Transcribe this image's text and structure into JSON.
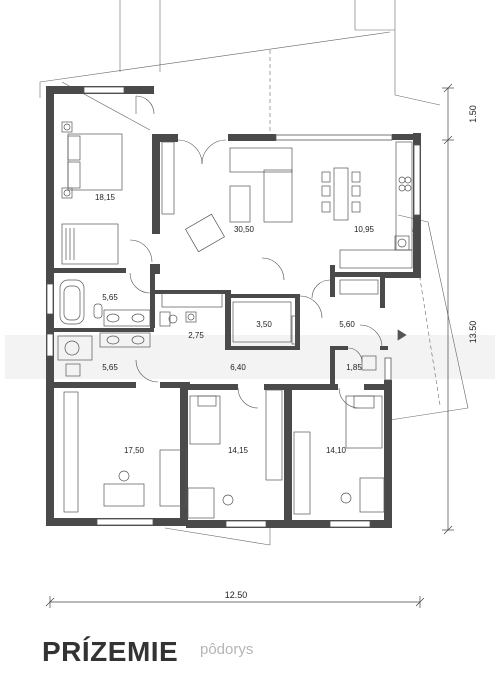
{
  "title": "PRÍZEMIE",
  "subtitle": "pôdorys",
  "rooms": [
    {
      "id": "bedroom-master",
      "area": "18,15"
    },
    {
      "id": "living-room",
      "area": "30,50"
    },
    {
      "id": "dining-kitchen",
      "area": "10,95"
    },
    {
      "id": "bathroom",
      "area": "5,65"
    },
    {
      "id": "wc-shower",
      "area": "5,65"
    },
    {
      "id": "pantry",
      "area": "2,75"
    },
    {
      "id": "storage",
      "area": "3,50"
    },
    {
      "id": "entrance-hall",
      "area": "5,60"
    },
    {
      "id": "hallway",
      "area": "6,40"
    },
    {
      "id": "toilet",
      "area": "1,85"
    },
    {
      "id": "bedroom-left",
      "area": "17,50"
    },
    {
      "id": "bedroom-middle",
      "area": "14,15"
    },
    {
      "id": "bedroom-right",
      "area": "14,10"
    }
  ],
  "dimensions": {
    "width": "12.50",
    "depth": "13.50",
    "terrace": "1.50"
  },
  "colors": {
    "wall": "#4a4a4a",
    "line": "#555555",
    "watermark": "#e8e8e8"
  }
}
